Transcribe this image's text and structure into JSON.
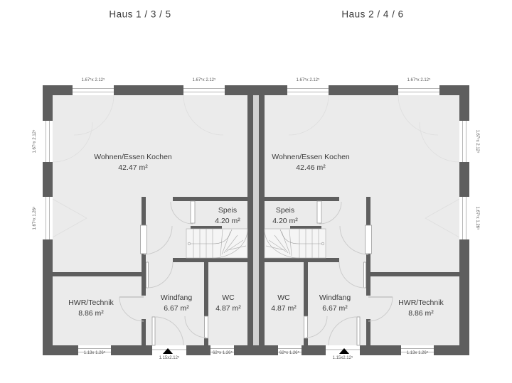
{
  "page": {
    "title_left": "Haus 1 / 3 / 5",
    "title_right": "Haus 2 / 4 / 6"
  },
  "rooms": {
    "left": {
      "living": {
        "name": "Wohnen/Essen Kochen",
        "area": "42.47 m²"
      },
      "speis": {
        "name": "Speis",
        "area": "4.20 m²"
      },
      "hwr": {
        "name": "HWR/Technik",
        "area": "8.86 m²"
      },
      "windfang": {
        "name": "Windfang",
        "area": "6.67 m²"
      },
      "wc": {
        "name": "WC",
        "area": "4.87 m²"
      }
    },
    "right": {
      "living": {
        "name": "Wohnen/Essen Kochen",
        "area": "42.46 m²"
      },
      "speis": {
        "name": "Speis",
        "area": "4.20 m²"
      },
      "hwr": {
        "name": "HWR/Technik",
        "area": "8.86 m²"
      },
      "windfang": {
        "name": "Windfang",
        "area": "6.67 m²"
      },
      "wc": {
        "name": "WC",
        "area": "4.87 m²"
      }
    }
  },
  "dimensions": {
    "window_top": "1.67⁵x 2.12⁵",
    "window_side_upper": "1.67⁵x 2.12⁵",
    "window_side_lower": "1.67⁵x 1.26⁵",
    "window_utility": "1.13x 1.26⁵",
    "entry_door": "1.15x2.12⁵",
    "window_wc": "62⁵x 1.26⁵"
  },
  "colors": {
    "wall": "#5e5e5e",
    "floor": "#ebebeb",
    "party_gap": "#d2d2d2",
    "line": "#9b9b9b",
    "arc": "#c9c9c9",
    "text": "#3d3d3d"
  }
}
